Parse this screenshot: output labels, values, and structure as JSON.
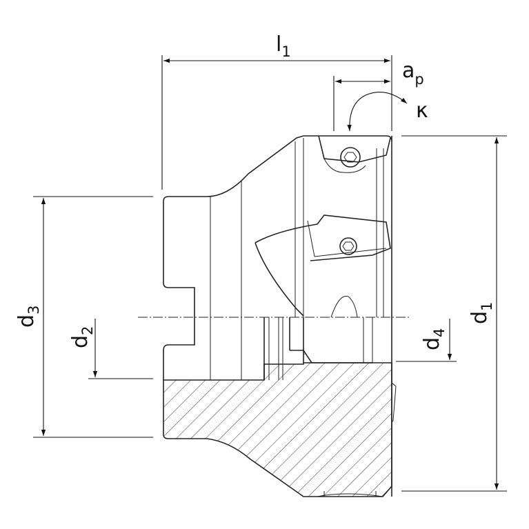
{
  "labels": {
    "l1": {
      "base": "l",
      "sub": "1"
    },
    "ap": {
      "base": "a",
      "sub": "p"
    },
    "kappa": "κ",
    "d1": {
      "base": "d",
      "sub": "1"
    },
    "d2": {
      "base": "d",
      "sub": "2"
    },
    "d3": {
      "base": "d",
      "sub": "3"
    },
    "d4": {
      "base": "d",
      "sub": "4"
    }
  }
}
